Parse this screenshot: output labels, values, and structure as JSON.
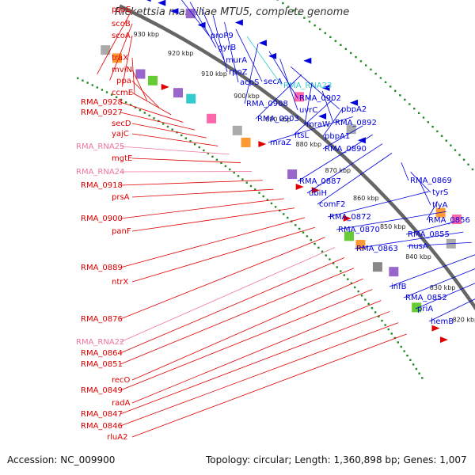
{
  "title": "Rickettsia massiliae MTU5, complete genome",
  "accession": "Accession: NC_009900",
  "topology": "Topology: circular; Length: 1,360,898 bp; Genes: 1,007",
  "colors": {
    "backbone": "#666666",
    "minus_strand_gene": "#e00000",
    "plus_strand_gene": "#0000dd",
    "rna_red": "#ee7799",
    "rna_cyan": "#33cccc",
    "gc_dots": "#228822",
    "sequence_blocks": [
      "#888888",
      "#aaaaaa",
      "#ff66aa",
      "#66cc33",
      "#33cccc",
      "#ff9933",
      "#9966cc"
    ]
  },
  "ticks": [
    "930 kbp",
    "920 kbp",
    "910 kbp",
    "900 kbp",
    "890 kbp",
    "880 kbp",
    "870 kbp",
    "860 kbp",
    "850 kbp",
    "840 kbp",
    "830 kbp",
    "820 kbp"
  ],
  "left_labels": [
    {
      "text": "pspE",
      "kind": "gene"
    },
    {
      "text": "scoB",
      "kind": "gene"
    },
    {
      "text": "scoA",
      "kind": "gene"
    },
    {
      "text": "traX",
      "kind": "gene"
    },
    {
      "text": "mviN",
      "kind": "gene"
    },
    {
      "text": "ppa",
      "kind": "gene"
    },
    {
      "text": "ccmE",
      "kind": "gene"
    },
    {
      "text": "RMA_0928",
      "kind": "gene"
    },
    {
      "text": "RMA_0927",
      "kind": "gene"
    },
    {
      "text": "secD",
      "kind": "gene"
    },
    {
      "text": "yajC",
      "kind": "gene"
    },
    {
      "text": "RMA_RNA25",
      "kind": "rna"
    },
    {
      "text": "mgtE",
      "kind": "gene"
    },
    {
      "text": "RMA_RNA24",
      "kind": "rna"
    },
    {
      "text": "RMA_0918",
      "kind": "gene"
    },
    {
      "text": "prsA",
      "kind": "gene"
    },
    {
      "text": "RMA_0900",
      "kind": "gene"
    },
    {
      "text": "panF",
      "kind": "gene"
    },
    {
      "text": "RMA_0889",
      "kind": "gene"
    },
    {
      "text": "ntrX",
      "kind": "gene"
    },
    {
      "text": "RMA_0876",
      "kind": "gene"
    },
    {
      "text": "RMA_RNA22",
      "kind": "rna"
    },
    {
      "text": "RMA_0864",
      "kind": "gene"
    },
    {
      "text": "RMA_0851",
      "kind": "gene"
    },
    {
      "text": "recO",
      "kind": "gene"
    },
    {
      "text": "RMA_0849",
      "kind": "gene"
    },
    {
      "text": "radA",
      "kind": "gene"
    },
    {
      "text": "RMA_0847",
      "kind": "gene"
    },
    {
      "text": "RMA_0846",
      "kind": "gene"
    },
    {
      "text": "rluA2",
      "kind": "gene"
    }
  ],
  "right_labels": [
    {
      "text": "proP9",
      "kind": "gene"
    },
    {
      "text": "gyrB",
      "kind": "gene"
    },
    {
      "text": "murA",
      "kind": "gene"
    },
    {
      "text": "rpoZ",
      "kind": "gene"
    },
    {
      "text": "acpS",
      "kind": "gene"
    },
    {
      "text": "secA",
      "kind": "gene"
    },
    {
      "text": "RMA_RNA23",
      "kind": "rna"
    },
    {
      "text": "RMA_0908",
      "kind": "gene"
    },
    {
      "text": "RMA_0902",
      "kind": "gene"
    },
    {
      "text": "uvrC",
      "kind": "gene"
    },
    {
      "text": "pbpA2",
      "kind": "gene"
    },
    {
      "text": "RMA_0903",
      "kind": "gene"
    },
    {
      "text": "mraW",
      "kind": "gene"
    },
    {
      "text": "RMA_0892",
      "kind": "gene"
    },
    {
      "text": "ftsL",
      "kind": "gene"
    },
    {
      "text": "pbpA1",
      "kind": "gene"
    },
    {
      "text": "mraZ",
      "kind": "gene"
    },
    {
      "text": "RMA_0890",
      "kind": "gene"
    },
    {
      "text": "RMA_0887",
      "kind": "gene"
    },
    {
      "text": "ubiH",
      "kind": "gene"
    },
    {
      "text": "comF2",
      "kind": "gene"
    },
    {
      "text": "RMA_0869",
      "kind": "gene"
    },
    {
      "text": "tyrS",
      "kind": "gene"
    },
    {
      "text": "tlyA",
      "kind": "gene"
    },
    {
      "text": "RMA_0872",
      "kind": "gene"
    },
    {
      "text": "RMA_0856",
      "kind": "gene"
    },
    {
      "text": "RMA_0870",
      "kind": "gene"
    },
    {
      "text": "RMA_0855",
      "kind": "gene"
    },
    {
      "text": "RMA_0863",
      "kind": "gene"
    },
    {
      "text": "nusA",
      "kind": "gene"
    },
    {
      "text": "infB",
      "kind": "gene"
    },
    {
      "text": "RMA_0852",
      "kind": "gene"
    },
    {
      "text": "priA",
      "kind": "gene"
    },
    {
      "text": "hemB",
      "kind": "gene"
    }
  ]
}
